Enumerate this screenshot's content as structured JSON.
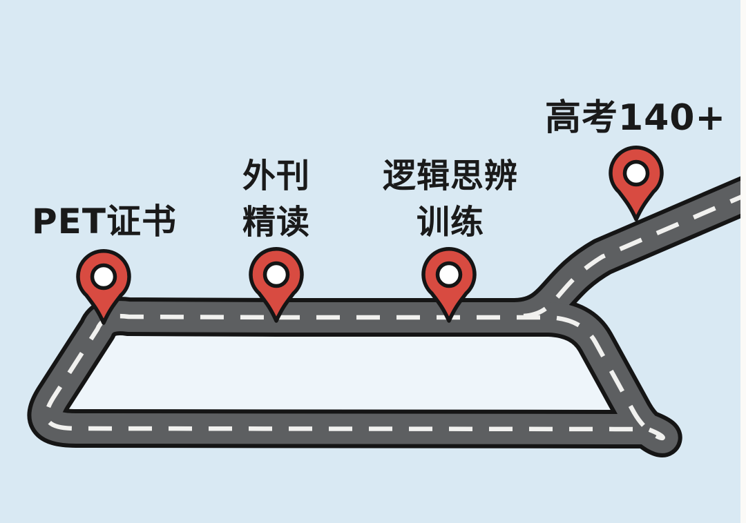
{
  "illustration": {
    "type": "learning-roadmap",
    "background_color": "#d9e9f3",
    "inner_loop_color": "#eef5fa",
    "right_strip_color": "#fbfaf7",
    "road": {
      "fill_color": "#5d5f61",
      "outline_color": "#151515",
      "dash_color": "#f1f1ef"
    },
    "pin": {
      "fill_color": "#d84b41",
      "outline_color": "#151515",
      "center_color": "#ffffff"
    },
    "text_color": "#1a1a1a",
    "milestones": [
      {
        "label": "PET证书",
        "lines": [
          "PET证书"
        ]
      },
      {
        "label": "外刊精读",
        "lines": [
          "外刊",
          "精读"
        ]
      },
      {
        "label": "逻辑思辨训练",
        "lines": [
          "逻辑思辨",
          "训练"
        ]
      },
      {
        "label": "高考140+",
        "lines": [
          "高考140+"
        ]
      }
    ]
  }
}
